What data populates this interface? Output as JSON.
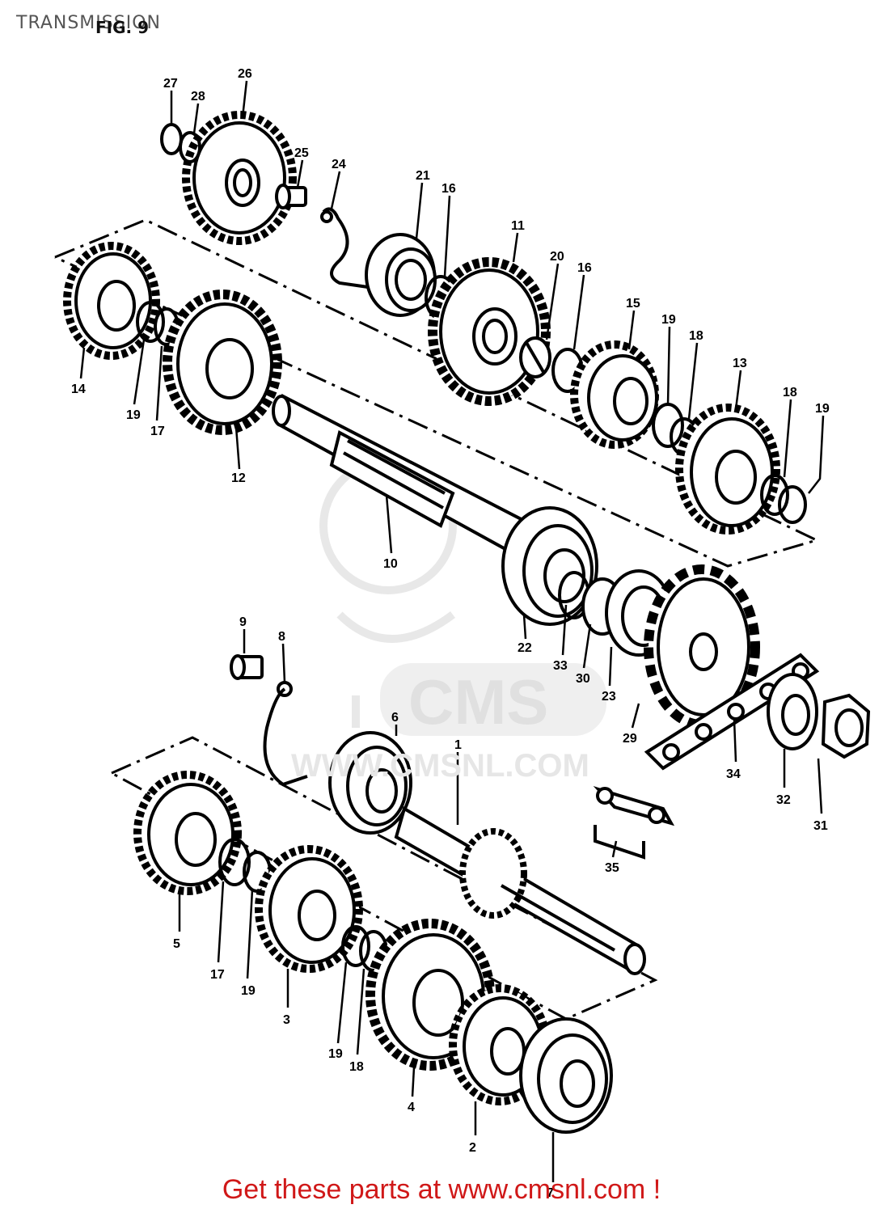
{
  "header": {
    "title": "TRANSMISSION",
    "figure_label": "FIG. 9"
  },
  "watermark": {
    "text": "WWW.CMSNL.COM"
  },
  "footer": {
    "text": "Get these parts at www.cmsnl.com !"
  },
  "colors": {
    "line": "#000000",
    "footer": "#d01818",
    "title": "#555555",
    "watermark": "#e6e6e6"
  },
  "callouts": [
    "27",
    "28",
    "26",
    "25",
    "24",
    "21",
    "16",
    "11",
    "20",
    "16",
    "15",
    "19",
    "18",
    "13",
    "18",
    "19",
    "14",
    "19",
    "17",
    "12",
    "10",
    "22",
    "33",
    "30",
    "23",
    "29",
    "34",
    "32",
    "31",
    "35",
    "9",
    "8",
    "6",
    "1",
    "5",
    "17",
    "19",
    "3",
    "19",
    "18",
    "4",
    "2",
    "7"
  ]
}
